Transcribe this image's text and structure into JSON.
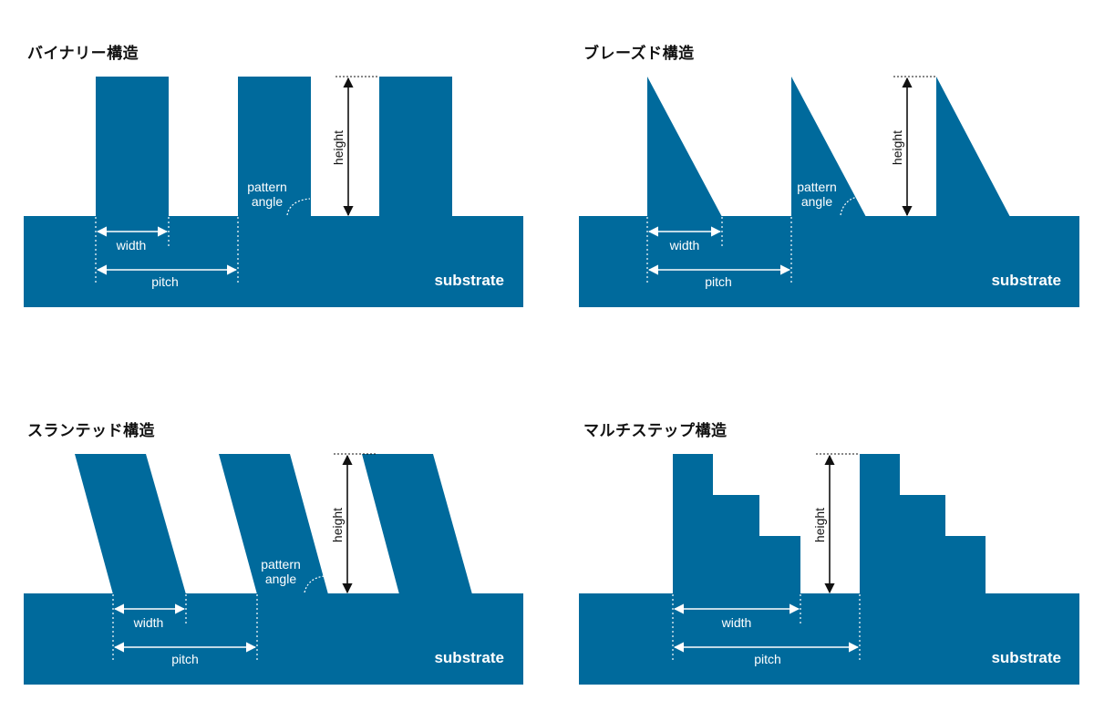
{
  "panels": {
    "binary": {
      "title": "バイナリー構造",
      "labels": {
        "width": "width",
        "pitch": "pitch",
        "height": "height",
        "pattern": "pattern",
        "angle": "angle",
        "substrate": "substrate"
      }
    },
    "blazed": {
      "title": "ブレーズド構造",
      "labels": {
        "width": "width",
        "pitch": "pitch",
        "height": "height",
        "pattern": "pattern",
        "angle": "angle",
        "substrate": "substrate"
      }
    },
    "slanted": {
      "title": "スランテッド構造",
      "labels": {
        "width": "width",
        "pitch": "pitch",
        "height": "height",
        "pattern": "pattern",
        "angle": "angle",
        "substrate": "substrate"
      }
    },
    "multistep": {
      "title": "マルチステップ構造",
      "labels": {
        "width": "width",
        "pitch": "pitch",
        "height": "height",
        "substrate": "substrate"
      }
    }
  },
  "colors": {
    "structure": "#006a9c",
    "annotation_light": "#ffffff",
    "annotation_dark": "#111111"
  }
}
